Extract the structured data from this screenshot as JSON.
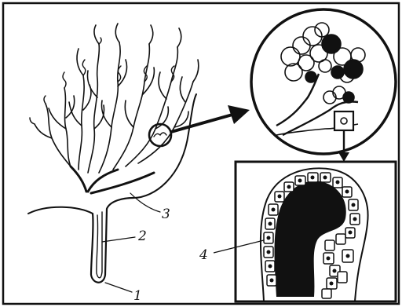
{
  "labels": {
    "l1": "1",
    "l2": "2",
    "l3": "3",
    "l4": "4"
  },
  "colors": {
    "ink": "#111111",
    "paper": "#ffffff"
  }
}
